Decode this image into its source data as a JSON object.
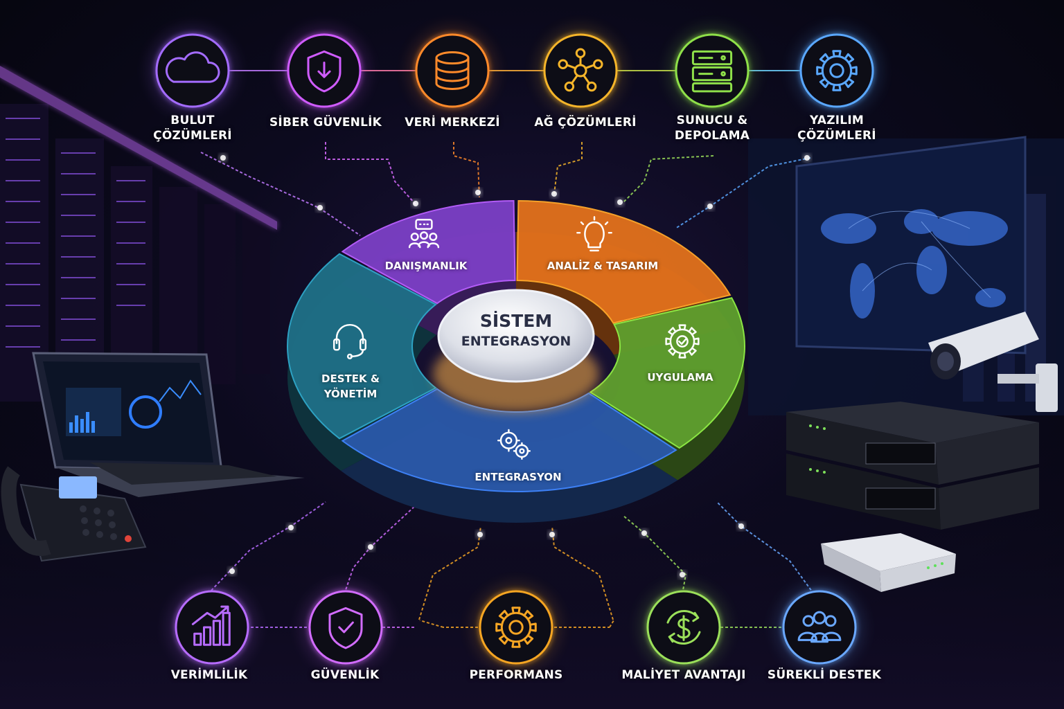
{
  "center": {
    "line1": "SİSTEM",
    "line2": "ENTEGRASYON"
  },
  "top_items": [
    {
      "line1": "BULUT",
      "line2": "ÇÖZÜMLERİ",
      "icon": "cloud-icon",
      "color": "#a46cff"
    },
    {
      "line1": "SİBER GÜVENLİK",
      "line2": "",
      "icon": "shield-icon",
      "color": "#d05cff"
    },
    {
      "line1": "VERİ MERKEZİ",
      "line2": "",
      "icon": "database-icon",
      "color": "#ff8a2a"
    },
    {
      "line1": "AĞ ÇÖZÜMLERİ",
      "line2": "",
      "icon": "network-icon",
      "color": "#f5b52a"
    },
    {
      "line1": "SUNUCU &",
      "line2": "DEPOLAMA",
      "icon": "server-icon",
      "color": "#8fe04a"
    },
    {
      "line1": "YAZILIM",
      "line2": "ÇÖZÜMLERİ",
      "icon": "gear-icon",
      "color": "#5aa8ff"
    }
  ],
  "segments": [
    {
      "line1": "DANIŞMANLIK",
      "line2": "",
      "icon": "meeting-icon",
      "color": "#7b3fc4"
    },
    {
      "line1": "ANALİZ & TASARIM",
      "line2": "",
      "icon": "lightbulb-icon",
      "color": "#e0701c"
    },
    {
      "line1": "UYGULAMA",
      "line2": "",
      "icon": "gear-check-icon",
      "color": "#5f9e2e"
    },
    {
      "line1": "ENTEGRASYON",
      "line2": "",
      "icon": "gears-icon",
      "color": "#2a58a8"
    },
    {
      "line1": "DESTEK &",
      "line2": "YÖNETİM",
      "icon": "headset-icon",
      "color": "#1f6f86"
    }
  ],
  "bottom_items": [
    {
      "line1": "VERİMLİLİK",
      "icon": "growth-chart-icon",
      "color": "#b76cff"
    },
    {
      "line1": "GÜVENLİK",
      "icon": "shield-check-icon",
      "color": "#d26cff"
    },
    {
      "line1": "PERFORMANS",
      "icon": "gear-icon",
      "color": "#f5a524"
    },
    {
      "line1": "MALİYET AVANTAJI",
      "icon": "dollar-cycle-icon",
      "color": "#9be05a"
    },
    {
      "line1": "SÜREKLİ DESTEK",
      "icon": "team-icon",
      "color": "#6aa8ff"
    }
  ]
}
